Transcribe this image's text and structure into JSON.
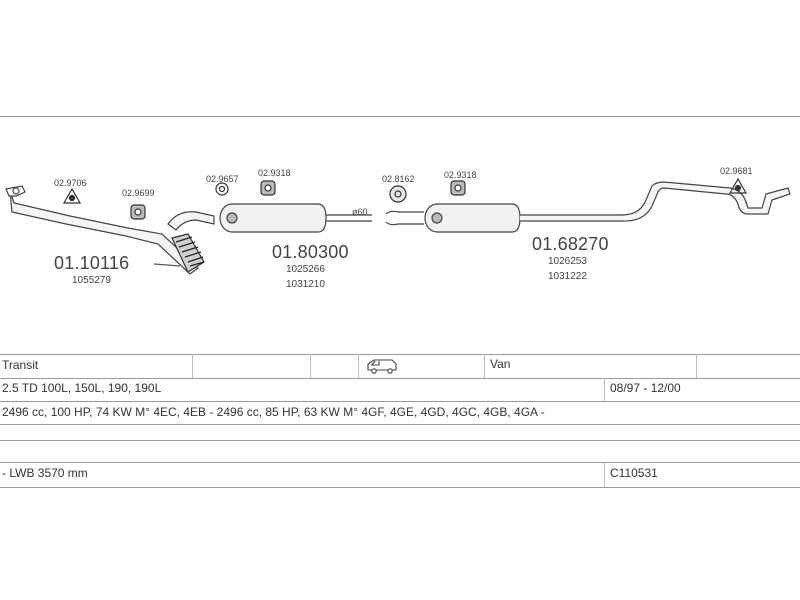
{
  "diagram": {
    "clamps": [
      {
        "code": "02.9706",
        "icon": "triangle-clamp-icon"
      },
      {
        "code": "02.9699",
        "icon": "mount-icon"
      },
      {
        "code": "02.9657",
        "icon": "ring-clamp-icon"
      },
      {
        "code": "02.9318",
        "icon": "mount-icon"
      },
      {
        "code": "02.8162",
        "icon": "ring-clamp-icon"
      },
      {
        "code": "02.9318",
        "icon": "mount-icon"
      },
      {
        "code": "02.9681",
        "icon": "triangle-clamp-icon"
      }
    ],
    "parts": [
      {
        "number": "01.10116",
        "refs": [
          "1055279"
        ]
      },
      {
        "number": "01.80300",
        "refs": [
          "1025266",
          "1031210"
        ]
      },
      {
        "number": "01.68270",
        "refs": [
          "1026253",
          "1031222"
        ]
      }
    ],
    "diameter_label": "ø60"
  },
  "table": {
    "model": "Transit",
    "vehicle_icon": "van-icon",
    "body_type": "Van",
    "variants": "2.5 TD 100L, 150L, 190, 190L",
    "date_range": "08/97 - 12/00",
    "engines": "2496 cc, 100 HP, 74 KW M° 4EC, 4EB - 2496 cc, 85 HP, 63 KW M° 4GF, 4GE, 4GD, 4GC, 4GB, 4GA -",
    "wheelbase": "- LWB 3570 mm",
    "code": "C110531"
  }
}
